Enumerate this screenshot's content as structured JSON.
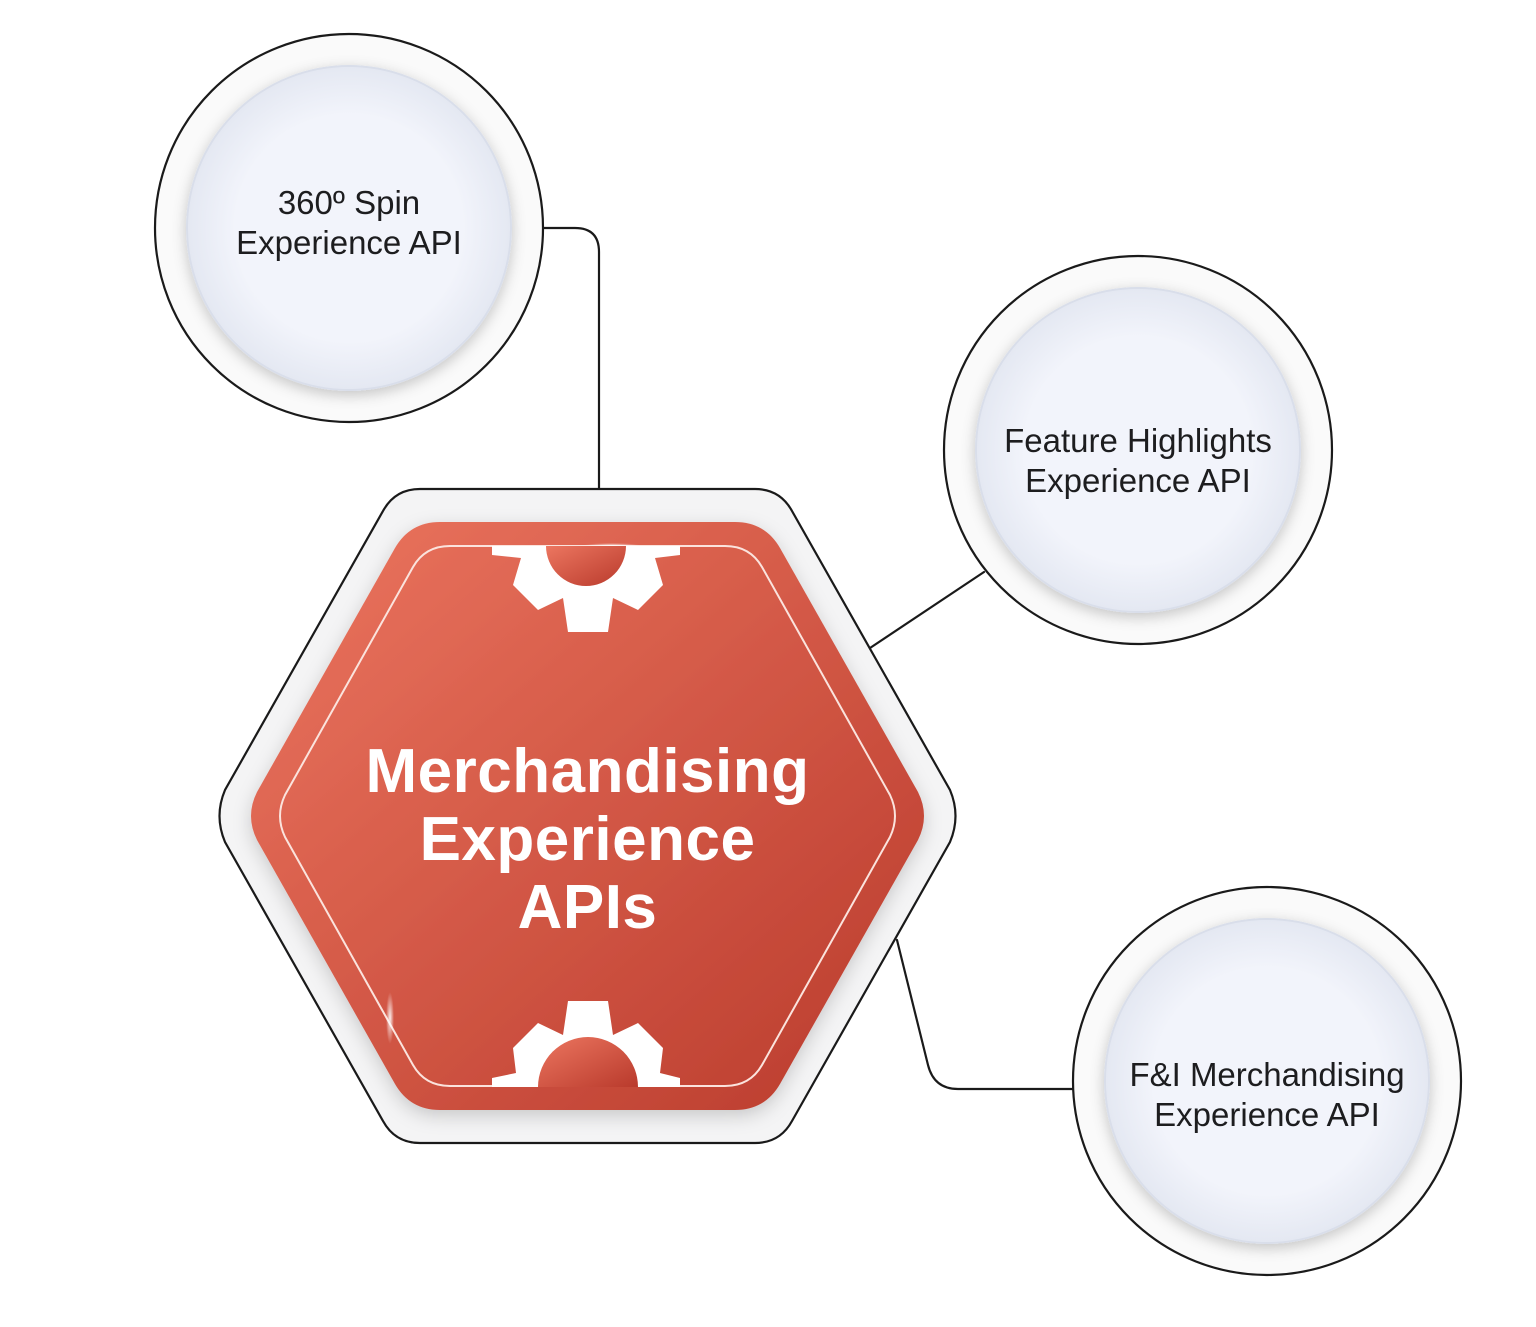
{
  "hub": {
    "lines": [
      "Merchandising",
      "Experience",
      "APIs"
    ],
    "gradient": [
      "#e8705a",
      "#bf3f2f"
    ],
    "icons": [
      "gear-icon",
      "gear-icon"
    ]
  },
  "nodes": [
    {
      "lines": [
        "360º Spin",
        "Experience API"
      ]
    },
    {
      "lines": [
        "Feature Highlights",
        "Experience API"
      ]
    },
    {
      "lines": [
        "F&I Merchandising",
        "Experience API"
      ]
    }
  ],
  "colors": {
    "node_fill": "#eef1f9",
    "outline": "#1a1a1a",
    "text": "#1d1d1f"
  }
}
